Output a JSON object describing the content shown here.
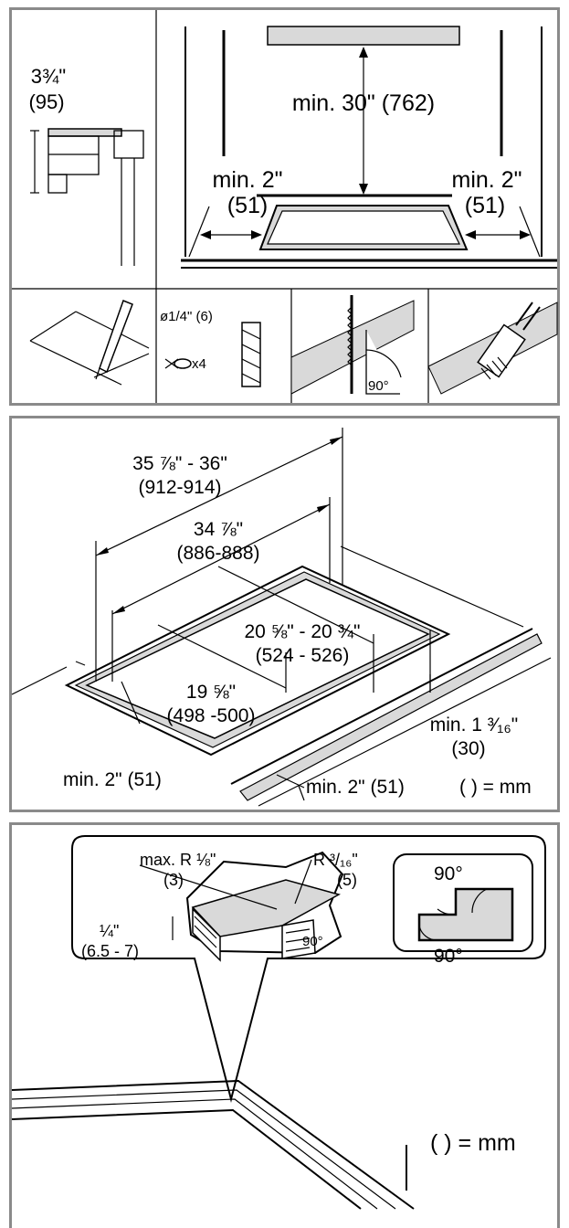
{
  "panel1": {
    "side_depth": [
      "3¾\"",
      "(95)"
    ],
    "top_clearance": "min. 30\" (762)",
    "left_clearance": [
      "min. 2\"",
      "(51)"
    ],
    "right_clearance": [
      "min. 2\"",
      "(51)"
    ],
    "drill_size": "ø1/4\" (6)",
    "drill_count": "x4",
    "saw_angle": "90°"
  },
  "panel2": {
    "outer_width": [
      "35 ⅞\" - 36\"",
      "(912-914)"
    ],
    "cutout_width": [
      "34 ⅞\"",
      "(886-888)"
    ],
    "outer_depth": [
      "20 ⅝\" - 20 ¾\"",
      "(524 - 526)"
    ],
    "cutout_depth": [
      "19 ⅝\"",
      "(498 -500)"
    ],
    "back_clearance": [
      "min. 1 ³⁄₁₆\"",
      "(30)"
    ],
    "left_clearance": "min. 2\" (51)",
    "front_clearance": "min. 2\" (51)",
    "units_note": "( ) = mm"
  },
  "panel3": {
    "max_radius": [
      "max. R ⅛\"",
      "(3)"
    ],
    "radius": [
      "R ³/₁₆\"",
      "(5)"
    ],
    "depth": [
      "¼\"",
      "(6.5 - 7)"
    ],
    "corner_angle": "90°",
    "angle_top": "90°",
    "angle_bottom": "90°",
    "units_note": "( ) = mm"
  }
}
